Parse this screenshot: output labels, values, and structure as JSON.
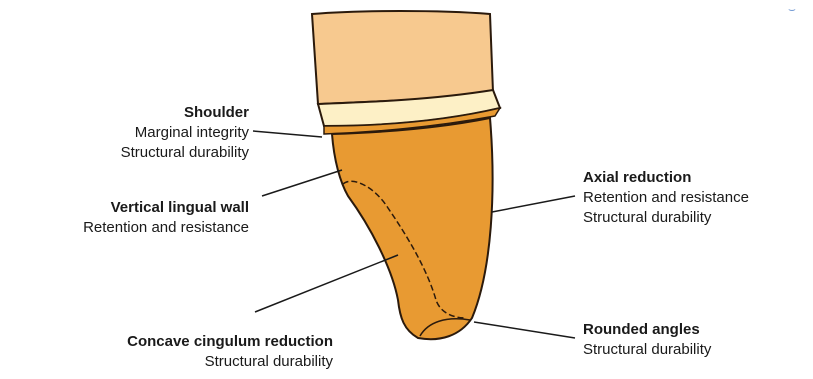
{
  "labels": {
    "shoulder": {
      "title": "Shoulder",
      "lines": [
        "Marginal integrity",
        "Structural durability"
      ]
    },
    "vertical_lingual_wall": {
      "title": "Vertical lingual wall",
      "lines": [
        "Retention and resistance"
      ]
    },
    "concave_cingulum_reduction": {
      "title": "Concave cingulum reduction",
      "lines": [
        "Structural durability"
      ]
    },
    "axial_reduction": {
      "title": "Axial reduction",
      "lines": [
        "Retention and resistance",
        "Structural durability"
      ]
    },
    "rounded_angles": {
      "title": "Rounded angles",
      "lines": [
        "Structural durability"
      ]
    }
  },
  "colors": {
    "root": "#f7c98f",
    "cervical_band": "#fdf0c6",
    "prepared_tooth": "#e89a32",
    "outline": "#2b1a0c",
    "leader_line": "#1a1a1a"
  }
}
